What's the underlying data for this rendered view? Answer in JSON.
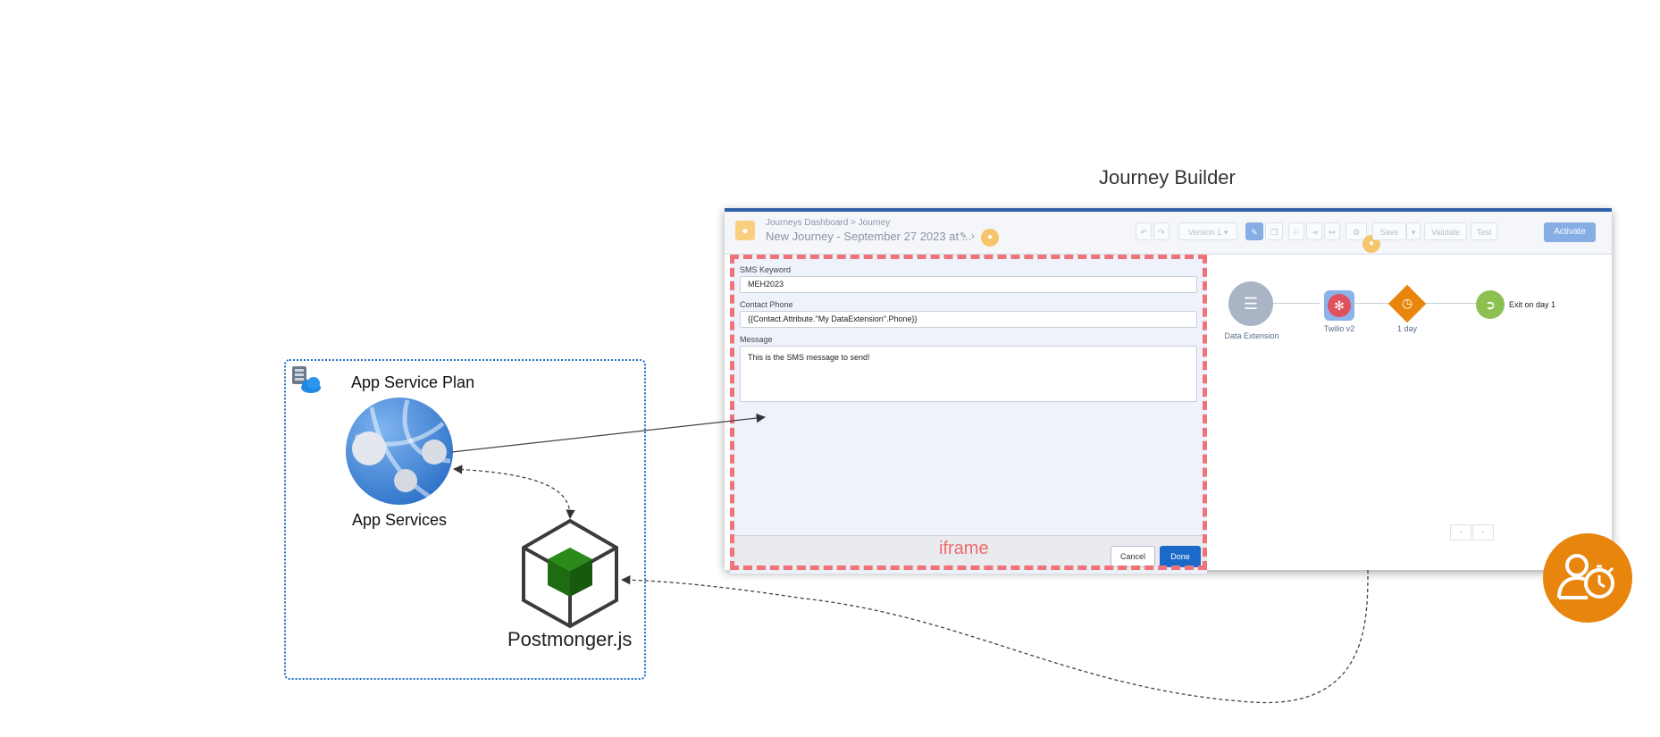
{
  "diagram": {
    "title": "Journey Builder",
    "app_service_plan": "App Service Plan",
    "app_services": "App Services",
    "postmonger": "Postmonger.js",
    "iframe_label": "iframe"
  },
  "journey_builder": {
    "breadcrumb": "Journeys Dashboard > Journey",
    "journey_name": "New Journey - September 27 2023 at ...",
    "version_select": "Version 1",
    "toolbar": {
      "save": "Save",
      "validate": "Validate",
      "test": "Test",
      "activate": "Activate"
    },
    "form": {
      "sms_keyword_label": "SMS Keyword",
      "sms_keyword_value": "MEH2023",
      "contact_phone_label": "Contact Phone",
      "contact_phone_value": "{{Contact.Attribute.\"My DataExtension\".Phone}}",
      "message_label": "Message",
      "message_value": "This is the SMS message to send!"
    },
    "buttons": {
      "cancel": "Cancel",
      "done": "Done"
    },
    "canvas_nodes": [
      {
        "label": "Data Extension",
        "icon": "list-icon",
        "color": "#a9b4c4"
      },
      {
        "label": "Twilio v2",
        "icon": "twilio-icon",
        "color": "#e0515e"
      },
      {
        "label": "1 day",
        "icon": "clock-icon",
        "color": "#e8850c"
      },
      {
        "label": "Exit on day 1",
        "icon": "exit-icon",
        "color": "#8cc152"
      }
    ]
  },
  "colors": {
    "iframe_border": "#f07379",
    "group_border": "#1f6fc4",
    "app_services": "#4a90e2",
    "postmonger_cube": "#1e6b12",
    "timer_badge": "#e8850c"
  }
}
